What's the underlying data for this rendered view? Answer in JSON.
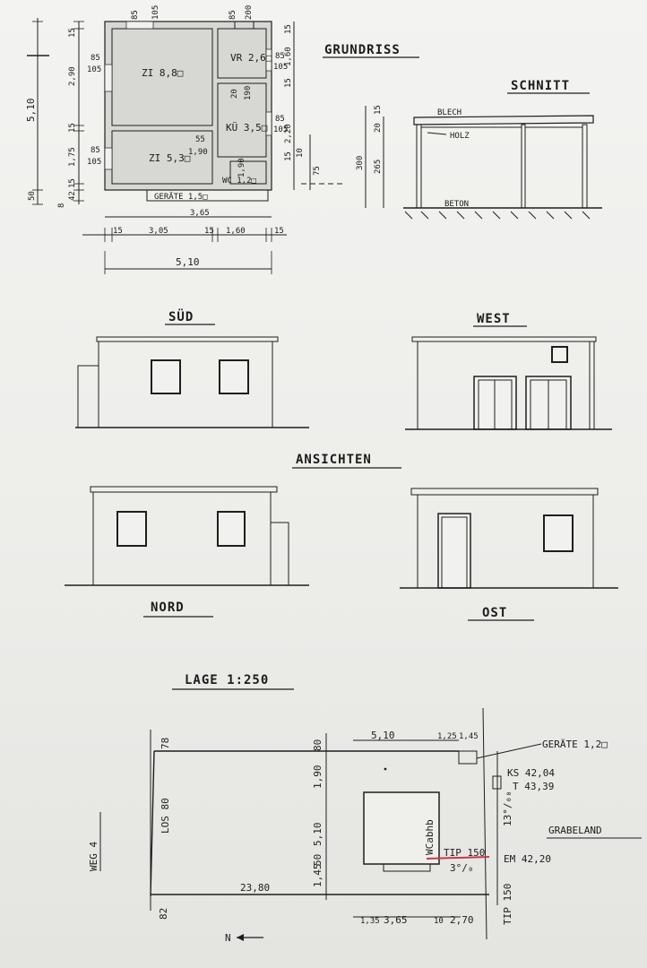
{
  "plan": {
    "title": "GRUNDRISS",
    "rooms": {
      "zi1": "ZI 8,8□",
      "zi2": "ZI 5,3□",
      "vr": "VR 2,6□",
      "kue": "KÜ 3,5□",
      "wc": "WC 1,2□",
      "geraete": "GERÄTE 1,5□"
    },
    "dims": {
      "top85a": "85",
      "top105": "105",
      "top85b": "85",
      "top200": "200",
      "l85a": "85",
      "l105a": "105",
      "l85b": "85",
      "l105b": "105",
      "r85a": "85",
      "r105a": "105",
      "r85b": "85",
      "r105b": "105",
      "v15a": "15",
      "v290": "2,90",
      "v15b": "15",
      "v175": "1,75",
      "v15c": "15",
      "v42": "42",
      "v8": "8",
      "total510": "5,10",
      "v50": "50",
      "d190a": "1,90",
      "d190b": "190",
      "d190c": "1,90",
      "d20": "20",
      "d55": "55",
      "rv15a": "15",
      "rv160": "1,60",
      "rv15b": "15",
      "rv220": "2,20",
      "rv15c": "15",
      "rv10": "10",
      "rv75": "75",
      "m85": "85",
      "m105": "105",
      "w365": "3,65",
      "b15a": "15",
      "b305": "3,05",
      "b15b": "15",
      "b160": "1,60",
      "b15c": "15",
      "w510": "5,10"
    }
  },
  "section": {
    "title": "SCHNITT",
    "labels": {
      "blech": "BLECH",
      "holz": "HOLZ",
      "beton": "BETON"
    },
    "dims": {
      "d300": "300",
      "d265": "265",
      "d20": "20",
      "d15": "15"
    }
  },
  "elevations": {
    "group_title": "ANSICHTEN",
    "sued": "SÜD",
    "west": "WEST",
    "nord": "NORD",
    "ost": "OST"
  },
  "site": {
    "title": "LAGE 1:250",
    "weg": "WEG 4",
    "los": "LOS 80",
    "v78": "78",
    "v82": "82",
    "v80": "80",
    "v190": "1,90",
    "v510": "5,10",
    "v145": "1,45",
    "v50": "50",
    "top510": "5,10",
    "top125": "1,25",
    "top145": "1,45",
    "w2380": "23,80",
    "b135": "1,35",
    "b365": "3,65",
    "b10": "10",
    "b270": "2,70",
    "geraete": "GERÄTE 1,2□",
    "ks": "KS 42,04",
    "t": "T 43,39",
    "slope13": "13°/₀₀",
    "grabeland": "GRABELAND",
    "tip150a": "TIP 150",
    "slope3": "3°/₀",
    "em": "EM 42,20",
    "tip150b": "TIP 150",
    "wc_abhb": "WCabhb",
    "north": "N"
  }
}
